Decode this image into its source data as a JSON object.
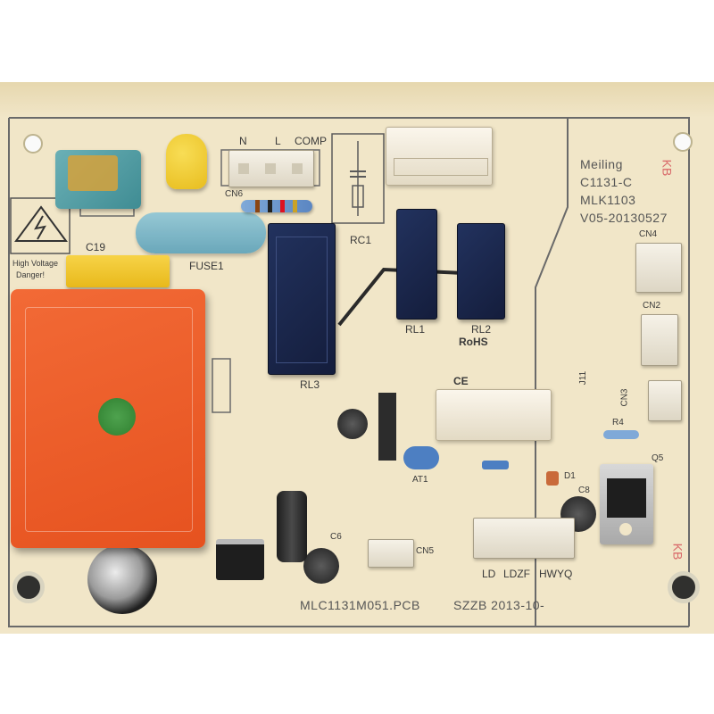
{
  "board": {
    "model_lines": [
      "Meiling",
      "C1131-C",
      "MLK1103",
      "V05-20130527"
    ],
    "bottom_pcb_label": "MLC1131M051.PCB",
    "bottom_date_label": "SZZB  2013-10-",
    "warning_line1": "High Voltage",
    "warning_line2": "Danger!",
    "corner_mark": "KB"
  },
  "labels": {
    "n": "N",
    "l": "L",
    "comp": "COMP",
    "cn6": "CN6",
    "c19": "C19",
    "fuse1": "FUSE1",
    "rc1": "RC1",
    "rl1": "RL1",
    "rl2": "RL2",
    "rl3": "RL3",
    "rohs": "RoHS",
    "ce": "CE",
    "cn4": "CN4",
    "cn2": "CN2",
    "cn3": "CN3",
    "j11": "J11",
    "r4": "R4",
    "d1": "D1",
    "c8": "C8",
    "q5": "Q5",
    "at1": "AT1",
    "c6": "C6",
    "cn5": "CN5",
    "ld": "LD",
    "ldzf": "LDZF",
    "hwyq": "HWYQ"
  }
}
